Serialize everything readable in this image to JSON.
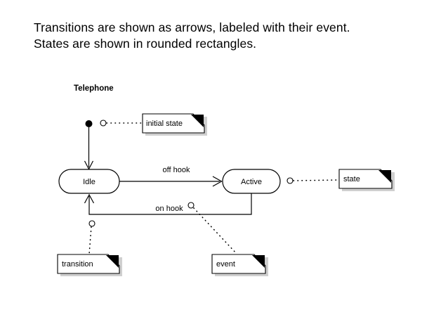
{
  "slide": {
    "title_lines": [
      "Transitions are shown as arrows, labeled with their event.",
      "States are shown in rounded rectangles."
    ]
  },
  "diagram": {
    "frame_label": "Telephone",
    "states": [
      {
        "id": "idle",
        "label": "Idle"
      },
      {
        "id": "active",
        "label": "Active"
      }
    ],
    "initial_pseudostate": "initial-state-dot",
    "transitions": [
      {
        "id": "off-hook",
        "label": "off hook",
        "from": "Idle",
        "to": "Active"
      },
      {
        "id": "on-hook",
        "label": "on hook",
        "from": "Active",
        "to": "Idle"
      }
    ],
    "notes": [
      {
        "id": "initial-state",
        "label": "initial state",
        "annotates": "initial-pseudostate"
      },
      {
        "id": "state",
        "label": "state",
        "annotates": "Active"
      },
      {
        "id": "transition",
        "label": "transition",
        "annotates": "on hook"
      },
      {
        "id": "event",
        "label": "event",
        "annotates": "on hook"
      }
    ]
  },
  "colors": {
    "ink": "#000000",
    "paper": "#ffffff",
    "shadow": "#cfcfcf"
  }
}
